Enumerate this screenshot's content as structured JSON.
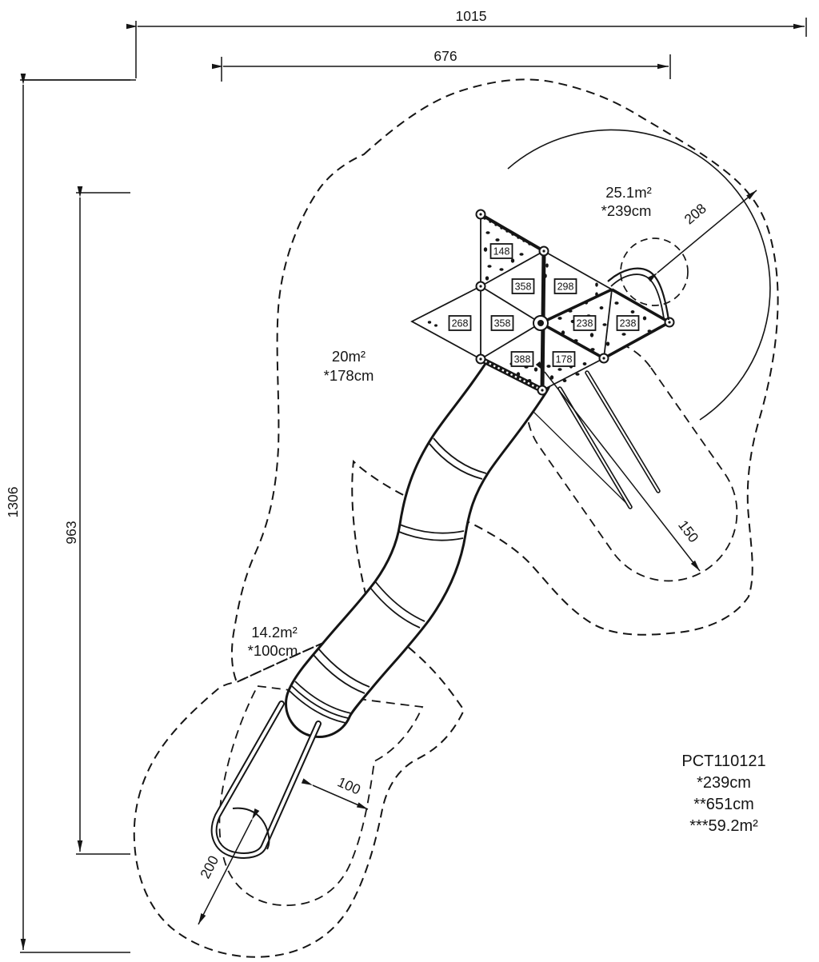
{
  "drawing": {
    "dims": {
      "overall_width": "1015",
      "platform_width": "676",
      "overall_height": "1306",
      "tower_height": "963",
      "radius_entry": "208",
      "radius_side": "150",
      "slide_width": "100",
      "exit_radius": "200"
    },
    "zones": [
      {
        "area": "25.1m²",
        "height": "*239cm"
      },
      {
        "area": "20m²",
        "height": "*178cm"
      },
      {
        "area": "14.2m²",
        "height": "*100cm"
      }
    ],
    "panels": [
      "148",
      "358",
      "298",
      "268",
      "358",
      "238",
      "238",
      "388",
      "178"
    ],
    "legend": {
      "code": "PCT110121",
      "lines": [
        "*239cm",
        "**651cm",
        "***59.2m²"
      ]
    }
  }
}
